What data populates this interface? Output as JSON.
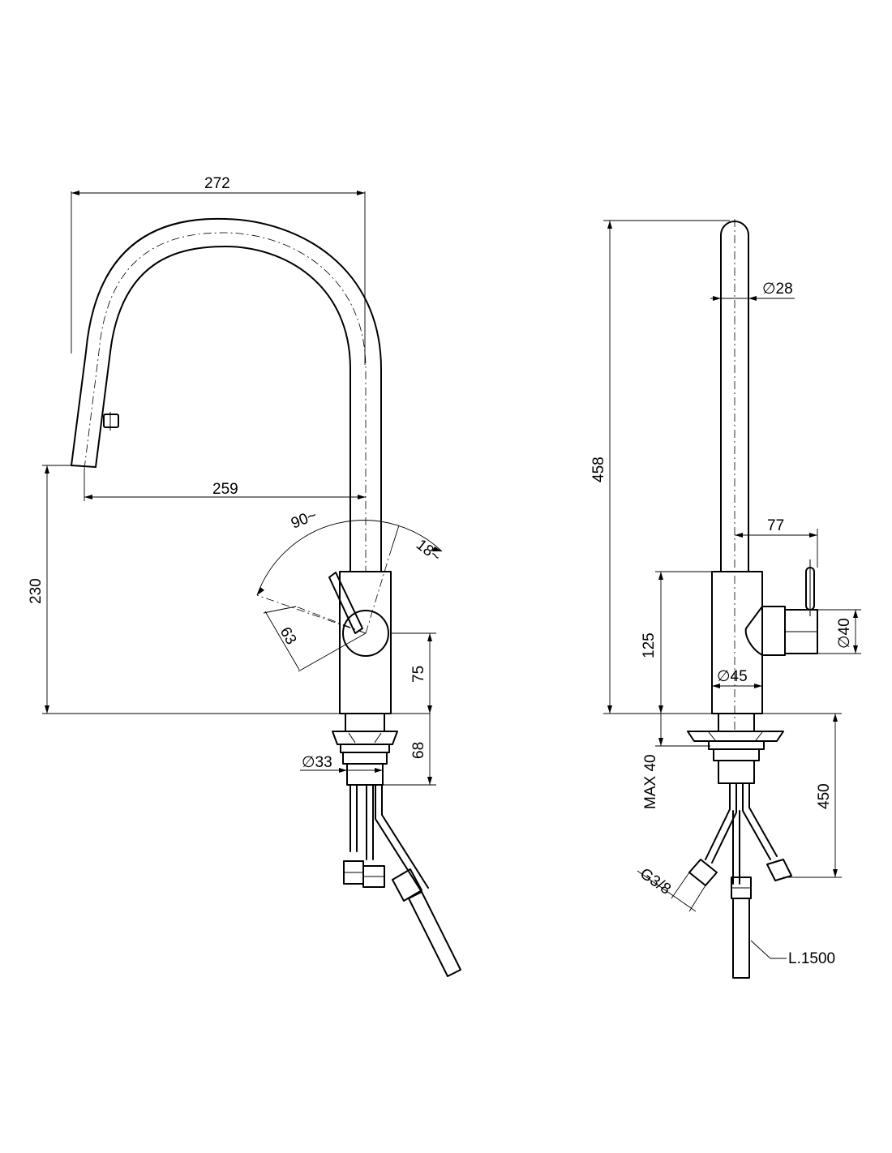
{
  "side_view": {
    "width_272": "272",
    "reach_259": "259",
    "height_230": "230",
    "lever_angle_90": "90~",
    "lever_angle_18": "18~",
    "lever_63": "63",
    "body_75": "75",
    "shank_68": "68",
    "shank_dia_33": "∅33"
  },
  "front_view": {
    "height_458": "458",
    "spout_dia_28": "∅28",
    "lever_77": "77",
    "body_125": "125",
    "handle_dia_40": "∅40",
    "body_dia_45": "∅45",
    "max_40": "MAX 40",
    "hose_450": "450",
    "thread_g38": "G3/8",
    "hose_length": "L.1500"
  }
}
